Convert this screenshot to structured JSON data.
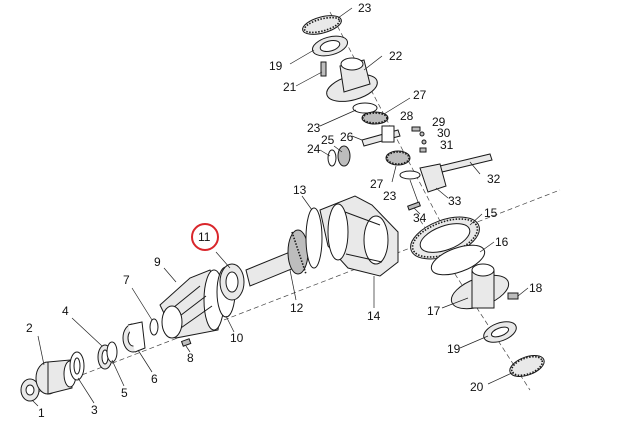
{
  "diagram": {
    "highlight_color": "#d9262b",
    "callouts": [
      {
        "id": "c1",
        "text": "1"
      },
      {
        "id": "c2",
        "text": "2"
      },
      {
        "id": "c3",
        "text": "3"
      },
      {
        "id": "c4",
        "text": "4"
      },
      {
        "id": "c5",
        "text": "5"
      },
      {
        "id": "c6",
        "text": "6"
      },
      {
        "id": "c7",
        "text": "7"
      },
      {
        "id": "c8",
        "text": "8"
      },
      {
        "id": "c9",
        "text": "9"
      },
      {
        "id": "c10",
        "text": "10"
      },
      {
        "id": "c11",
        "text": "11",
        "highlighted": true
      },
      {
        "id": "c12",
        "text": "12"
      },
      {
        "id": "c13",
        "text": "13"
      },
      {
        "id": "c14",
        "text": "14"
      },
      {
        "id": "c15",
        "text": "15"
      },
      {
        "id": "c16",
        "text": "16"
      },
      {
        "id": "c17",
        "text": "17"
      },
      {
        "id": "c18",
        "text": "18"
      },
      {
        "id": "c19a",
        "text": "19"
      },
      {
        "id": "c19b",
        "text": "19"
      },
      {
        "id": "c20",
        "text": "20"
      },
      {
        "id": "c21",
        "text": "21"
      },
      {
        "id": "c22",
        "text": "22"
      },
      {
        "id": "c23a",
        "text": "23"
      },
      {
        "id": "c23b",
        "text": "23"
      },
      {
        "id": "c23c",
        "text": "23"
      },
      {
        "id": "c24",
        "text": "24"
      },
      {
        "id": "c25",
        "text": "25"
      },
      {
        "id": "c26",
        "text": "26"
      },
      {
        "id": "c27a",
        "text": "27"
      },
      {
        "id": "c27b",
        "text": "27"
      },
      {
        "id": "c28",
        "text": "28"
      },
      {
        "id": "c29",
        "text": "29"
      },
      {
        "id": "c30",
        "text": "30"
      },
      {
        "id": "c31",
        "text": "31"
      },
      {
        "id": "c32",
        "text": "32"
      },
      {
        "id": "c33",
        "text": "33"
      },
      {
        "id": "c34",
        "text": "34"
      }
    ]
  }
}
